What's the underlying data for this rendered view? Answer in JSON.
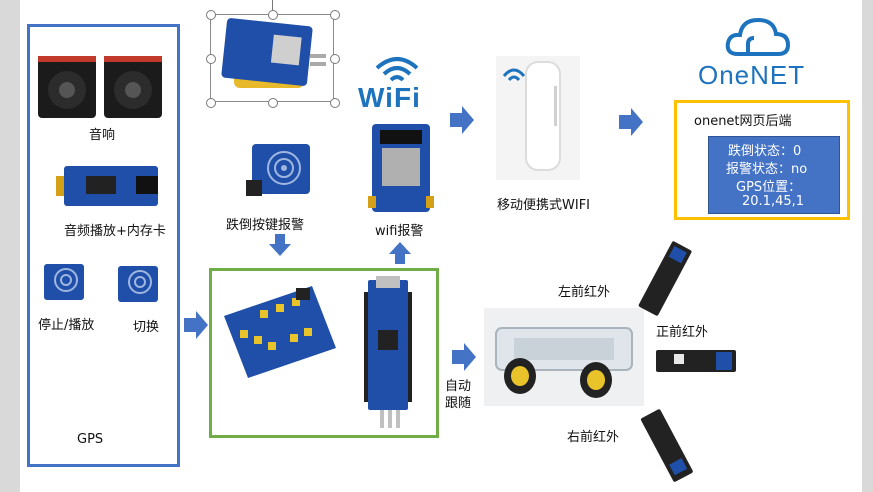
{
  "labels": {
    "speaker": "音响",
    "audio_module": "音频播放+内存卡",
    "stop_play": "停止/播放",
    "switch": "切换",
    "gps": "GPS",
    "fall_button": "跌倒按键报警",
    "wifi_alarm": "wifi报警",
    "wifi_logo": "WiFi",
    "portable_wifi": "移动便携式WIFI",
    "onenet_logo": "OneNET",
    "onenet_backend": "onenet网页后端",
    "auto_follow": "自动\n跟随",
    "left_ir": "左前红外",
    "front_ir": "正前红外",
    "right_ir": "右前红外"
  },
  "status_panel": {
    "fall": "跌倒状态：0",
    "alarm": "报警状态：no",
    "gps_label": "GPS位置：",
    "gps_value": "20.1,45,1"
  },
  "colors": {
    "left_group_border": "#4472c4",
    "center_group_border": "#70ad47",
    "onenet_border": "#ffc000",
    "arrow_blue": "#4472c4",
    "panel_bg": "#4472c4",
    "onenet_blue": "#1e73be"
  }
}
